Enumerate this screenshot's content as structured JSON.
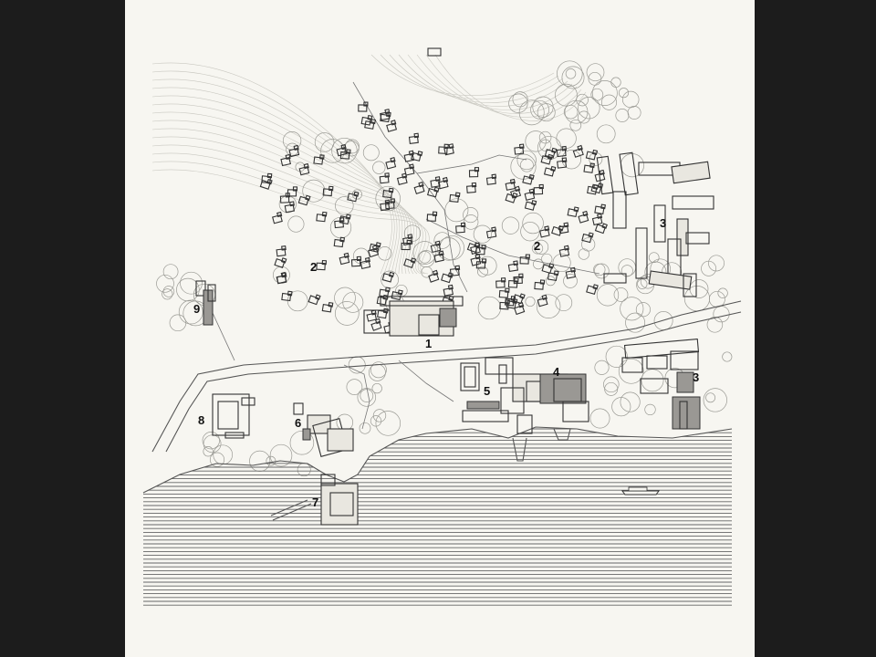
{
  "map": {
    "labels": [
      {
        "id": "1",
        "text": "1"
      },
      {
        "id": "2a",
        "text": "2"
      },
      {
        "id": "2b",
        "text": "2"
      },
      {
        "id": "3a",
        "text": "3"
      },
      {
        "id": "3b",
        "text": "3"
      },
      {
        "id": "4",
        "text": "4"
      },
      {
        "id": "5",
        "text": "5"
      },
      {
        "id": "6",
        "text": "6"
      },
      {
        "id": "7",
        "text": "7"
      },
      {
        "id": "8",
        "text": "8"
      },
      {
        "id": "9",
        "text": "9"
      }
    ]
  },
  "colors": {
    "background": "#1c1c1c",
    "paper": "#f7f6f1",
    "ink": "#333333",
    "water_lines": "#666666"
  }
}
